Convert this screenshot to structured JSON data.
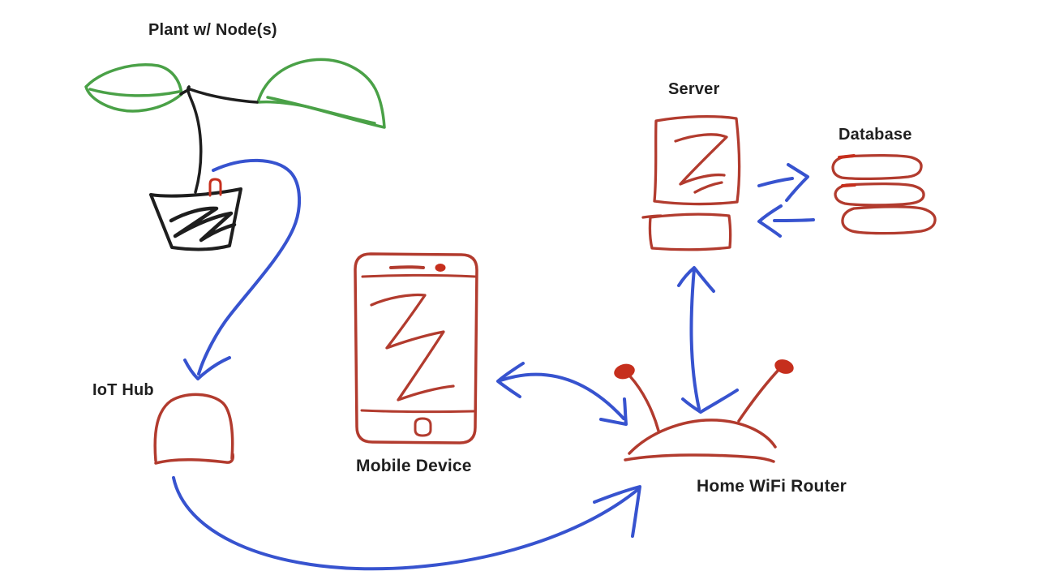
{
  "diagram": {
    "style": "hand-drawn-sketch",
    "nodes": {
      "plant": {
        "label": "Plant w/ Node(s)"
      },
      "iot_hub": {
        "label": "IoT Hub"
      },
      "mobile": {
        "label": "Mobile Device"
      },
      "router": {
        "label": "Home WiFi Router"
      },
      "server": {
        "label": "Server"
      },
      "database": {
        "label": "Database"
      }
    },
    "edges": [
      {
        "from": "plant",
        "to": "iot_hub",
        "style": "curved-arrow"
      },
      {
        "from": "iot_hub",
        "to": "router",
        "style": "curved-arrow"
      },
      {
        "from": "mobile",
        "to": "router",
        "style": "double-arrow"
      },
      {
        "from": "router",
        "to": "server",
        "style": "double-arrow"
      },
      {
        "from": "server",
        "to": "database",
        "style": "arrow"
      },
      {
        "from": "database",
        "to": "server",
        "style": "arrow"
      }
    ],
    "colors": {
      "ink_black": "#1e1e1e",
      "device_red": "#b23b2e",
      "accent_red": "#c62f1d",
      "arrow_blue": "#3753cf",
      "leaf_green": "#4aa147",
      "background": "#ffffff"
    }
  }
}
